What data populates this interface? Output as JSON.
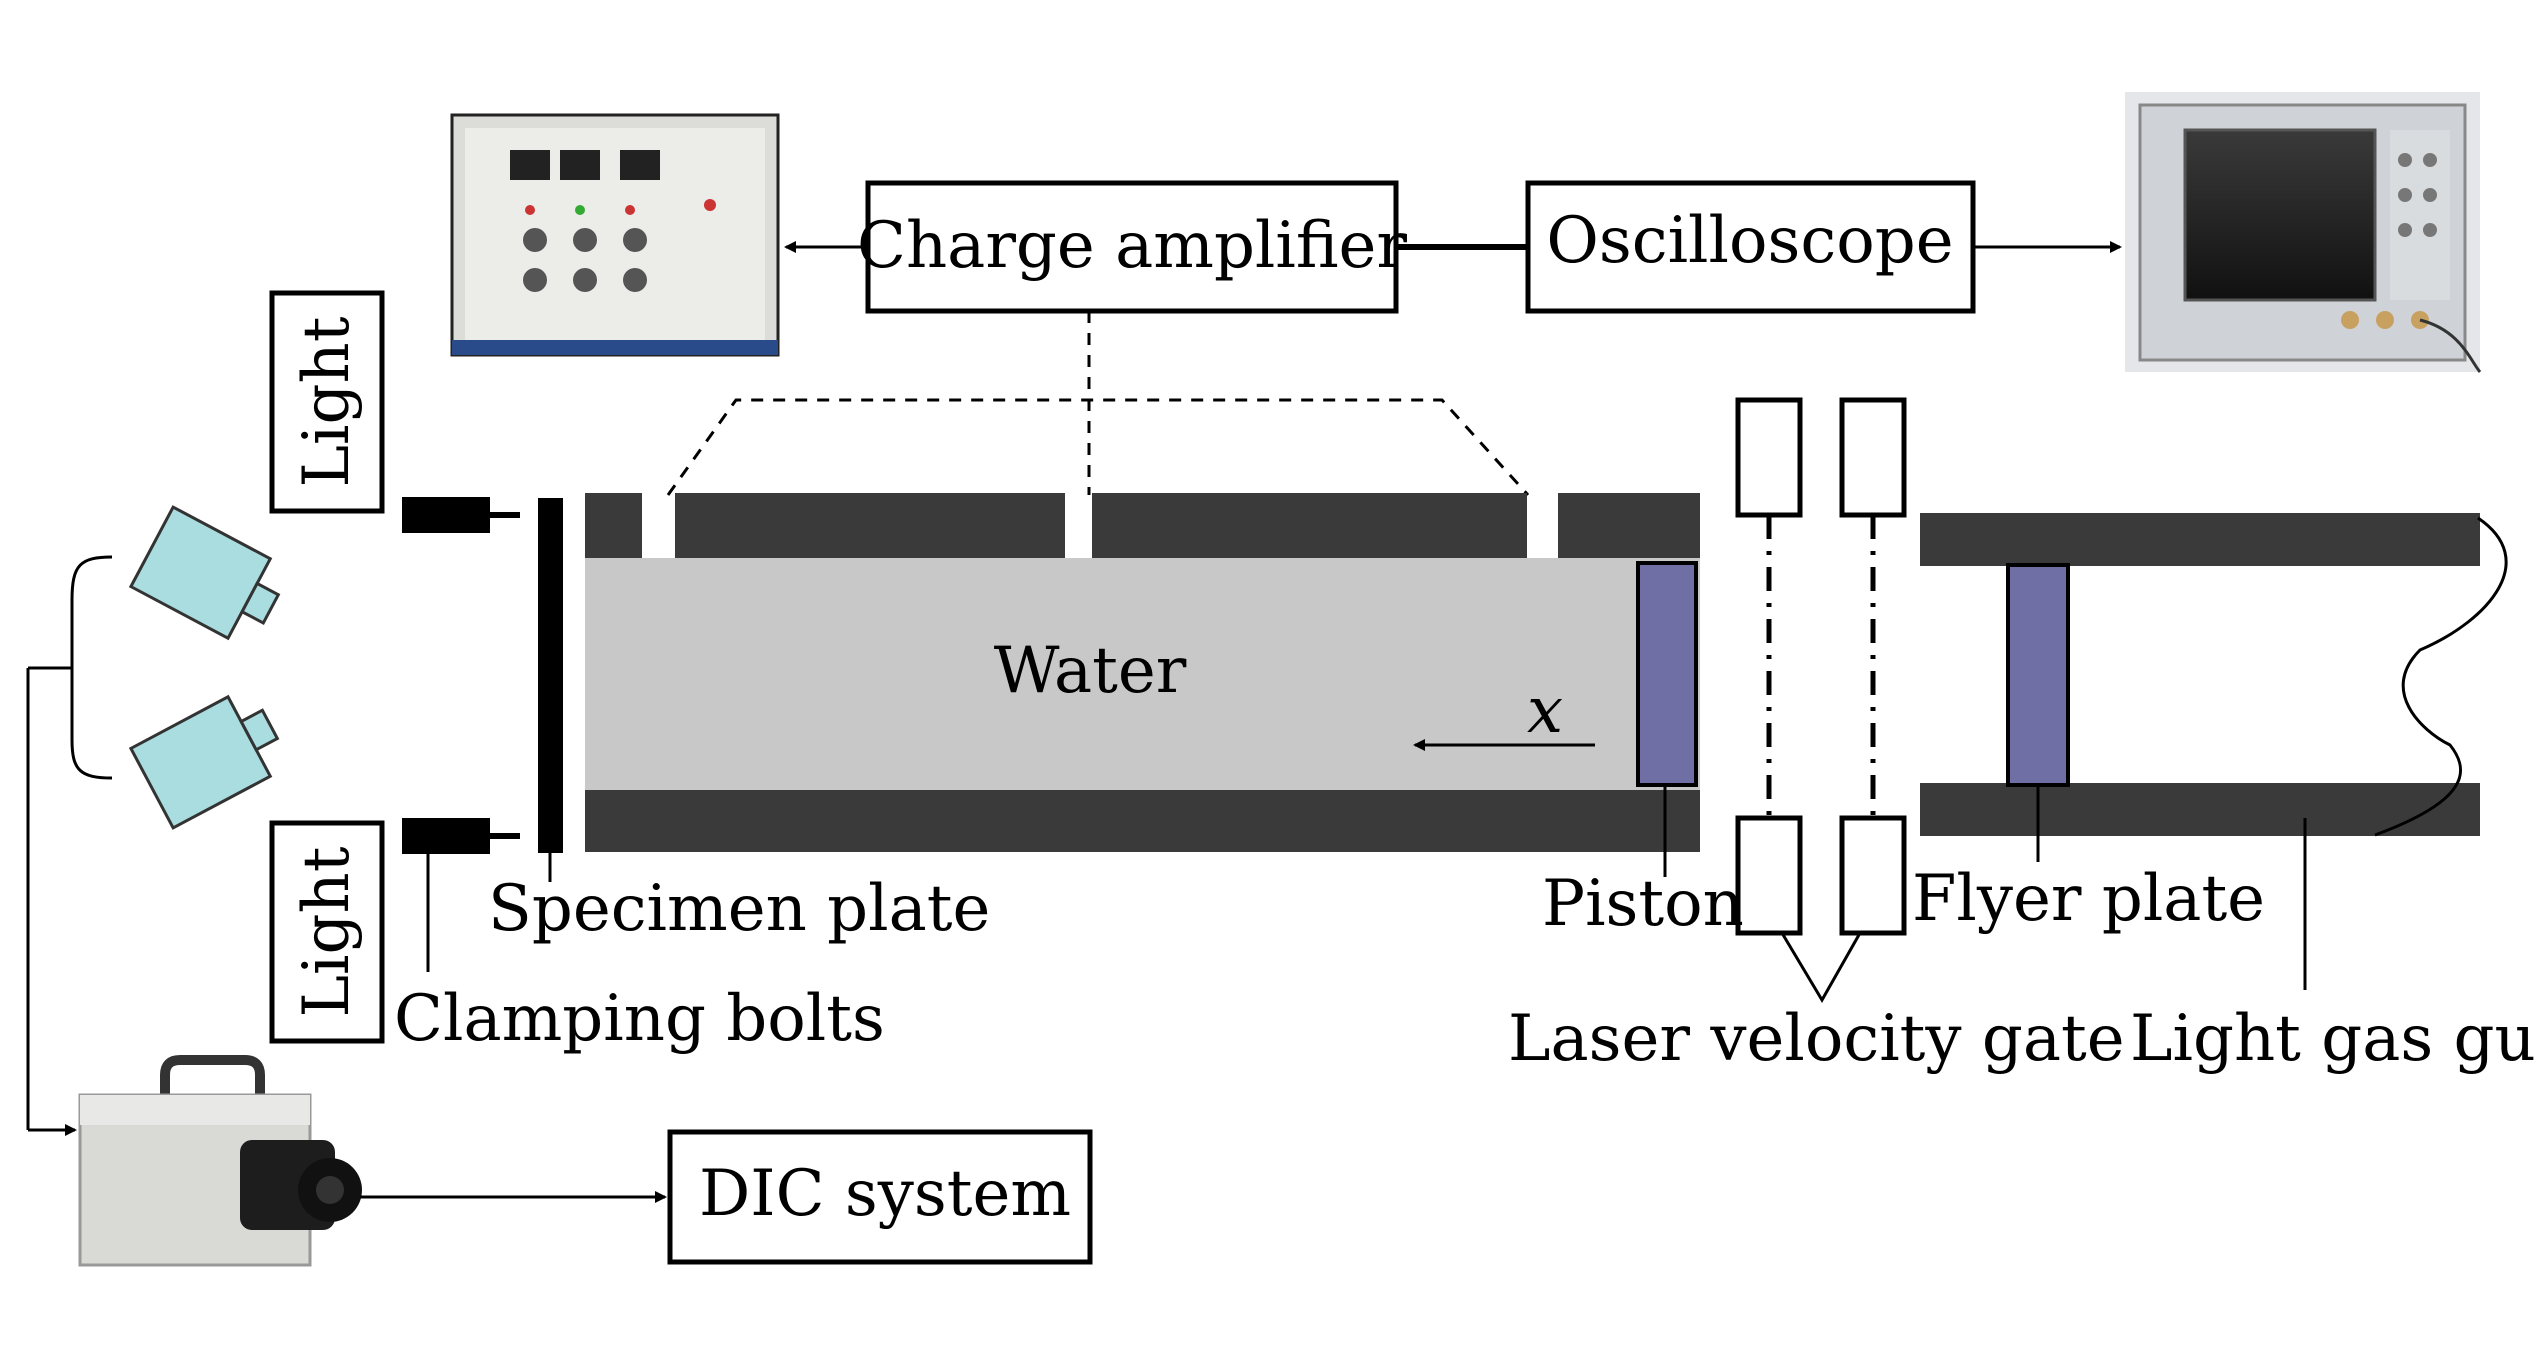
{
  "labels": {
    "charge_amplifier": "Charge amplifier",
    "oscilloscope": "Oscilloscope",
    "light_top": "Light",
    "light_bottom": "Light",
    "water": "Water",
    "x_axis": "x",
    "specimen_plate": "Specimen plate",
    "clamping_bolts": "Clamping bolts",
    "piston": "Piston",
    "flyer_plate": "Flyer plate",
    "laser_velocity_gate": "Laser velocity gate",
    "light_gas_gun": "Light gas gun",
    "dic_system": "DIC system"
  },
  "colors": {
    "tube_wall": "#3a3a3a",
    "water": "#c8c8c8",
    "piston": "#6f6fa6",
    "camera": "#a9dde0"
  }
}
